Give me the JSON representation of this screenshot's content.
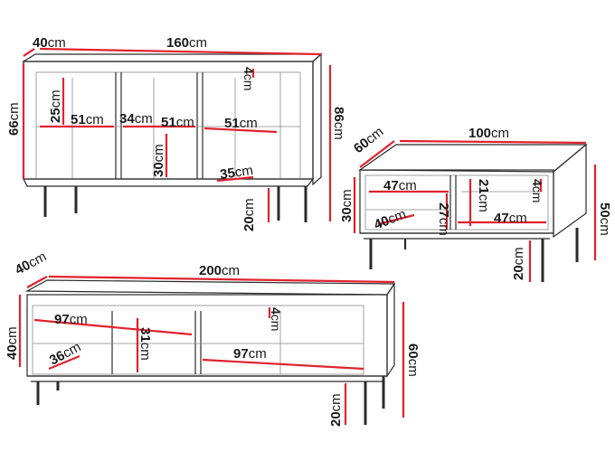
{
  "colors": {
    "dimension_line": "#e0222e",
    "outline": "#2b2b2b",
    "background": "#ffffff"
  },
  "units": "cm",
  "sideboard": {
    "depth": "40",
    "width": "160",
    "height_total": "86",
    "height_body": "66",
    "shelf_gap": "25",
    "compartment_1": "51",
    "compartment_2": "51",
    "compartment_3": "51",
    "inner_depth": "34",
    "top_thickness": "4",
    "lower_height": "30",
    "base_depth": "35",
    "leg_height": "20"
  },
  "coffee_table": {
    "depth": "60",
    "width": "100",
    "height_total": "50",
    "body_height": "30",
    "left_width": "47",
    "right_width": "47",
    "inner_depth": "40",
    "shelf_height": "27",
    "drawer_height": "21",
    "top_thickness": "4",
    "leg_height": "20"
  },
  "tv_stand": {
    "depth": "40",
    "width": "200",
    "height_body": "40",
    "height_total": "60",
    "compartment_1": "97",
    "compartment_2": "97",
    "inner_depth": "36",
    "inner_height": "31",
    "top_thickness": "4",
    "leg_height": "20"
  }
}
